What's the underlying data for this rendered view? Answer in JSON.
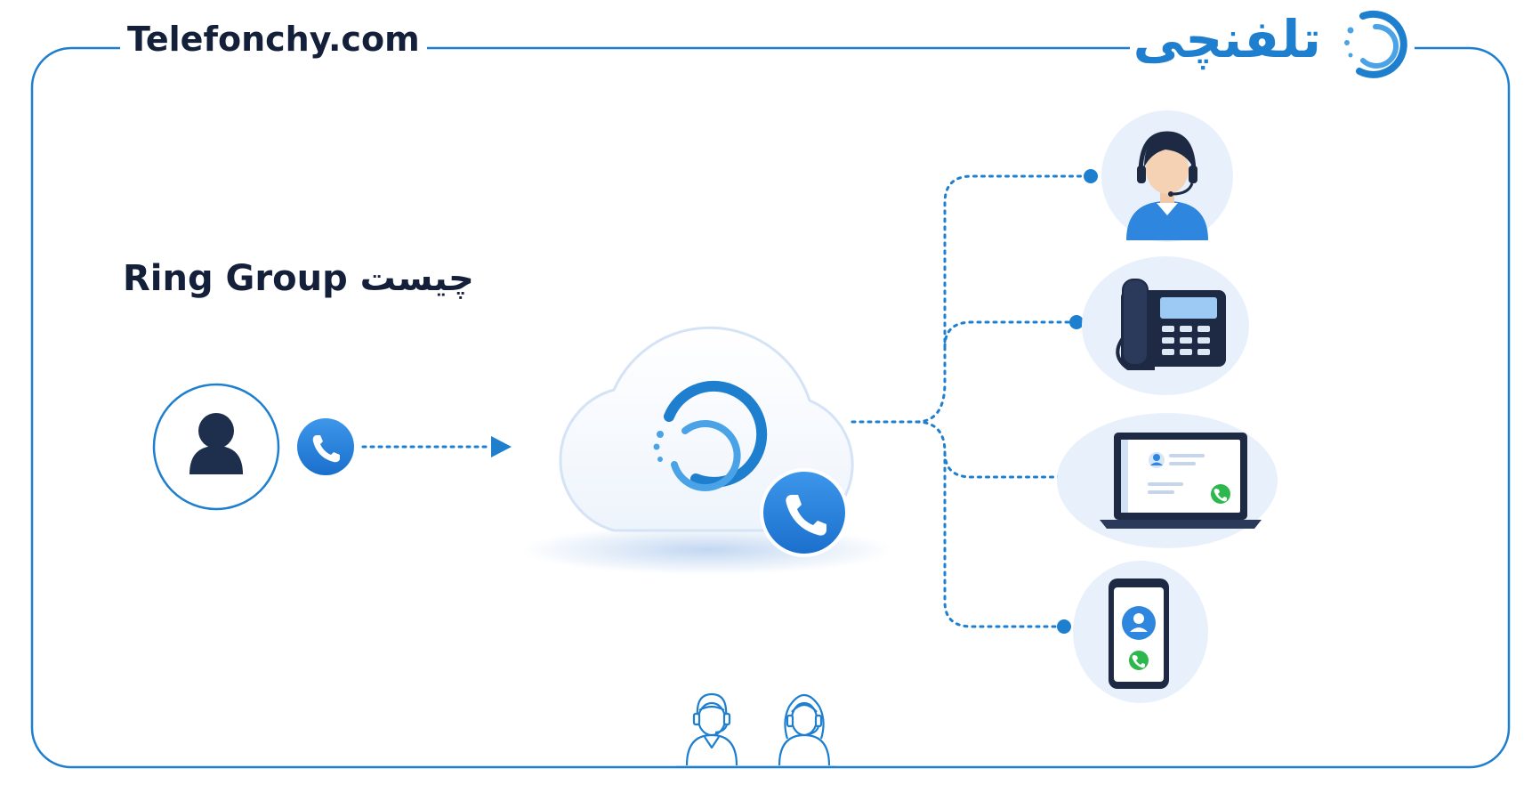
{
  "header": {
    "site_name": "Telefonchy.com",
    "brand_name": "تلفنچی"
  },
  "diagram": {
    "title": "Ring Group چیست",
    "caller": {
      "icon": "user-icon",
      "badge_icon": "phone-icon"
    },
    "hub": {
      "icon": "cloud-icon",
      "logo_icon": "telefonchy-logo-icon",
      "badge_icon": "phone-icon"
    },
    "endpoints": [
      {
        "icon": "call-center-agent-icon"
      },
      {
        "icon": "desk-phone-icon"
      },
      {
        "icon": "laptop-softphone-icon"
      },
      {
        "icon": "mobile-phone-icon"
      }
    ],
    "footer_icons": [
      "male-agent-icon",
      "female-agent-icon"
    ]
  },
  "colors": {
    "primary_blue": "#1f7fcf",
    "navy": "#14203a",
    "call_green": "#2db84d",
    "soft_blue_bg": "#e8f1fb"
  }
}
